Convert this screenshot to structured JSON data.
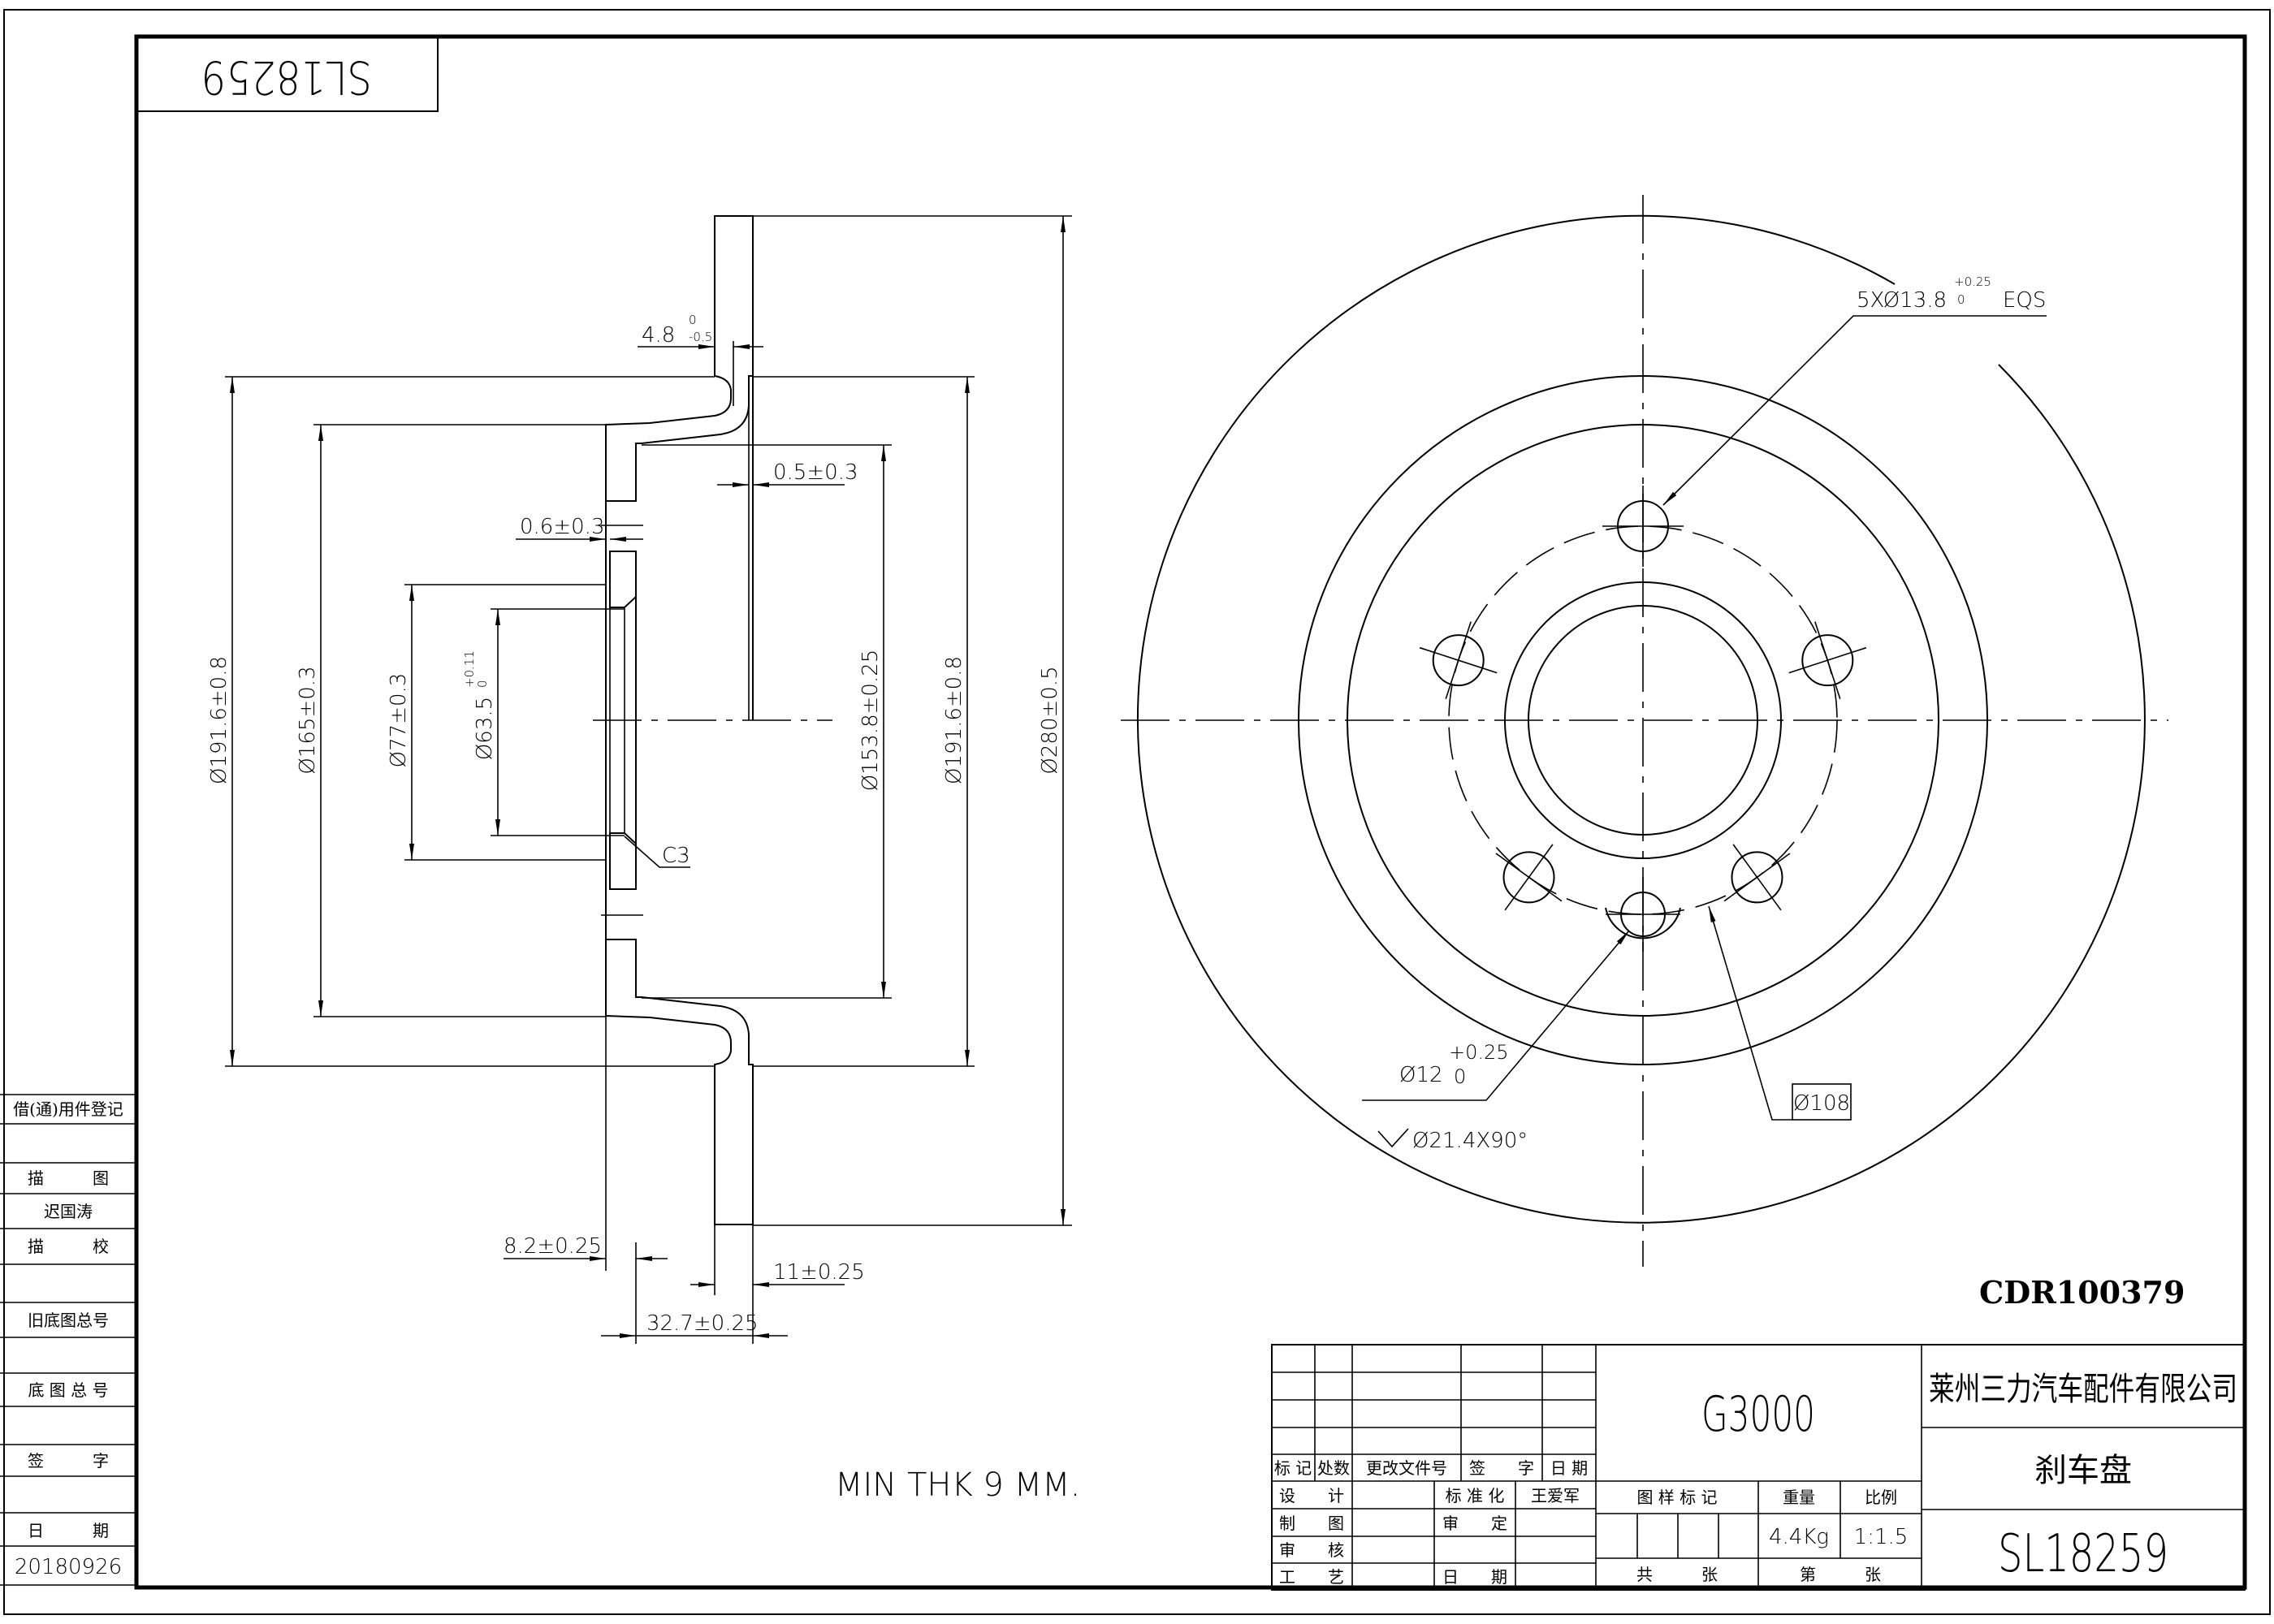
{
  "drawing": {
    "part_number_upside_down": "SL18259",
    "note": "MIN THK 9 MM.",
    "reference_code": "CDR100379"
  },
  "side_view": {
    "dims": {
      "d191_left": "Ø191.6±0.8",
      "d165": "Ø165±0.3",
      "d77": "Ø77±0.3",
      "d63_5": {
        "base": "Ø63.5",
        "upper": "+0.11",
        "lower": "0"
      },
      "d153_8": "Ø153.8±0.25",
      "d191_right": "Ø191.6±0.8",
      "d280": "Ø280±0.5",
      "neck": {
        "base": "4.8",
        "upper": "0",
        "lower": "-0.5"
      },
      "offset_0_5": "0.5±0.3",
      "offset_0_6": "0.6±0.3",
      "chamfer": "C3",
      "hat_thk": "8.2±0.25",
      "ring_thk": "11±0.25",
      "overall_height": "32.7±0.25"
    }
  },
  "front_view": {
    "bolt_holes": {
      "base": "5XØ13.8",
      "upper": "+0.25",
      "lower": "0",
      "suffix": "EQS"
    },
    "locating_hole": {
      "base": "Ø12",
      "upper": "+0.25",
      "lower": "0"
    },
    "countersink": "Ø21.4X90°",
    "pcd": "Ø108"
  },
  "left_strip": {
    "rows": [
      "借(通)用件登记",
      "",
      "描　　　图",
      "迟国涛",
      "描　　　校",
      "",
      "旧底图总号",
      "",
      "底 图 总 号",
      "",
      "签　　　字",
      "",
      "日　　　期",
      "20180926",
      ""
    ]
  },
  "title_block": {
    "revision_headers": [
      "标 记",
      "处数",
      "更改文件号",
      "签　　字",
      "日 期"
    ],
    "approvals": [
      {
        "label": "设　　计",
        "role": "标 准 化",
        "name": "王爱军"
      },
      {
        "label": "制　　图",
        "role": "审　　定",
        "name": ""
      },
      {
        "label": "审　　核",
        "role": "",
        "name": ""
      },
      {
        "label": "工　　艺",
        "role": "日　　期",
        "name": ""
      }
    ],
    "material": "G3000",
    "sample_mark_label": "图 样 标 记",
    "weight_label": "重量",
    "scale_label": "比例",
    "weight": "4.4Kg",
    "scale": "1:1.5",
    "sheets_total": "共　　　张",
    "sheet_no": "第　　　张",
    "company": "莱州三力汽车配件有限公司",
    "part_name": "刹车盘",
    "part_number": "SL18259"
  }
}
